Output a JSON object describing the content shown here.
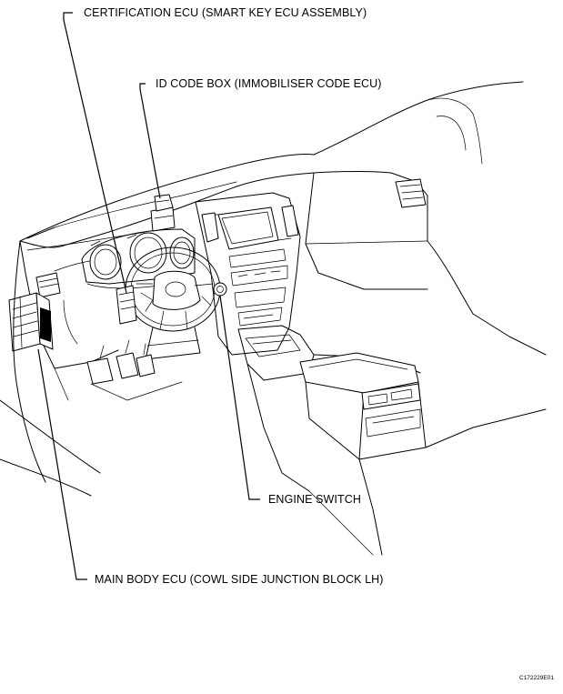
{
  "labels": {
    "certification_ecu": "CERTIFICATION ECU (SMART KEY ECU ASSEMBLY)",
    "id_code_box": "ID CODE BOX (IMMOBILISER CODE ECU)",
    "engine_switch": "ENGINE SWITCH",
    "main_body_ecu": "MAIN BODY ECU (COWL SIDE JUNCTION BLOCK LH)"
  },
  "figure_code": "C172229E01"
}
